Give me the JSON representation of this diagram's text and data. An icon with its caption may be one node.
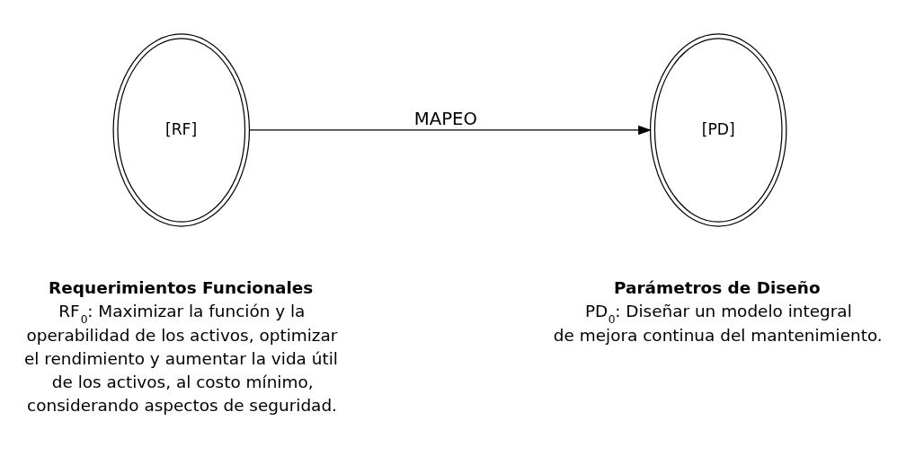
{
  "diagram": {
    "nodes": [
      {
        "text": [
          "[RF]"
        ],
        "beside": [
          "Requerimientos Funcionales",
          "RF$_{0}$: Maximizar la función y la operabilidad de los activos, optimizar el rendimiento y aumentar la vida útil de los activos, al costo mínimo, considerando aspectos de seguridad."
        ]
      },
      {
        "text": [
          "[PD]"
        ],
        "beside": [
          "Parámetros de Diseño",
          "PD$_{0}$: Diseñar un modelo integral de mejora continua del mantenimiento."
        ]
      }
    ],
    "edges": [
      {
        "from": 0,
        "to": 1,
        "arrow": "to",
        "label": "MAPEO"
      }
    ]
  }
}
